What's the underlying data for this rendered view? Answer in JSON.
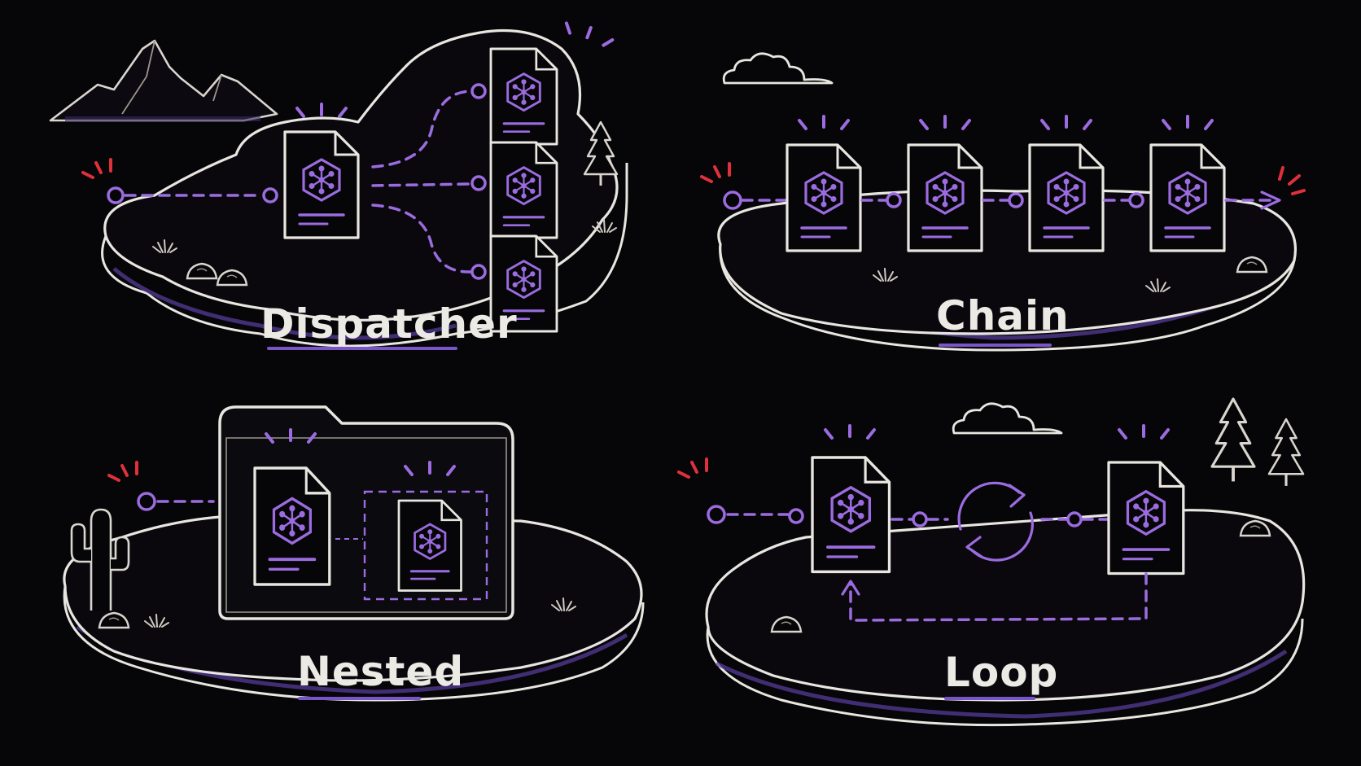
{
  "panels": [
    {
      "id": "dispatcher",
      "title": "Dispatcher"
    },
    {
      "id": "chain",
      "title": "Chain"
    },
    {
      "id": "nested",
      "title": "Nested"
    },
    {
      "id": "loop",
      "title": "Loop"
    }
  ],
  "colors": {
    "background": "#060507",
    "chalk": "#e8e6e0",
    "accent": "#9b6ce0",
    "trigger": "#e0303c"
  },
  "icons": [
    "skill-file-icon",
    "folder-icon",
    "loop-arrows-icon",
    "trigger-node-icon",
    "mountain-icon",
    "tree-icon",
    "cactus-icon",
    "cloud-icon"
  ]
}
